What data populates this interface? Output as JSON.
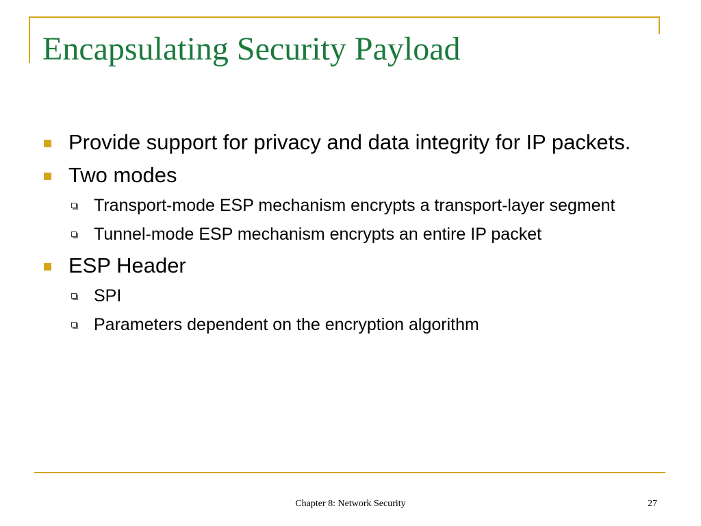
{
  "slide": {
    "title": "Encapsulating Security Payload",
    "bullets": [
      {
        "text": "Provide support for privacy and data integrity for IP packets.",
        "sub": []
      },
      {
        "text": "Two modes",
        "sub": [
          "Transport-mode ESP mechanism encrypts a transport-layer segment",
          "Tunnel-mode ESP mechanism encrypts an entire IP packet"
        ]
      },
      {
        "text": "ESP Header",
        "sub": [
          "SPI",
          "Parameters dependent on the encryption algorithm"
        ]
      }
    ]
  },
  "footer": {
    "chapter": "Chapter 8: Network Security",
    "page_number": "27"
  },
  "colors": {
    "accent": "#d4a51c",
    "title": "#1b7a3c",
    "text": "#000000"
  },
  "icons": {
    "level1_bullet": "filled-square-bullet-icon",
    "level2_bullet": "hollow-square-bullet-icon"
  }
}
